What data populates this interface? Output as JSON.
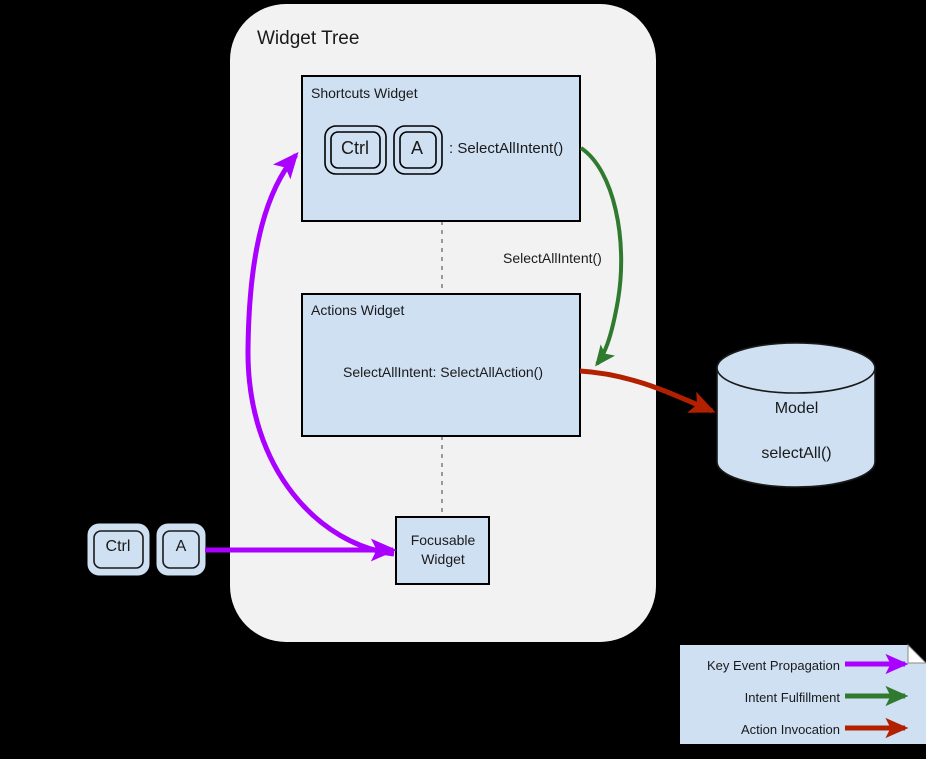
{
  "diagram": {
    "title": "Widget Tree",
    "colors": {
      "container_bg": "#f2f2f2",
      "widget_fill": "#cfe0f3",
      "widget_stroke": "#000000",
      "key_event_purple": "#aa00ff",
      "intent_green": "#2f7a2f",
      "action_red": "#b32000",
      "dotted_connector": "#999999",
      "canvas": "#000000"
    },
    "shortcuts_widget": {
      "label": "Shortcuts Widget",
      "keys": [
        "Ctrl",
        "A"
      ],
      "binding_text": ": SelectAllIntent()"
    },
    "actions_widget": {
      "label": "Actions Widget",
      "mapping_text": "SelectAllIntent: SelectAllAction()"
    },
    "focusable_widget": {
      "line1": "Focusable",
      "line2": "Widget"
    },
    "model": {
      "line1": "Model",
      "line2": "selectAll()"
    },
    "input_keys": [
      "Ctrl",
      "A"
    ],
    "edge_label_intent": "SelectAllIntent()",
    "legend": {
      "items": [
        {
          "label": "Key Event Propagation",
          "color": "#aa00ff"
        },
        {
          "label": "Intent Fulfillment",
          "color": "#2f7a2f"
        },
        {
          "label": "Action Invocation",
          "color": "#b32000"
        }
      ]
    }
  }
}
